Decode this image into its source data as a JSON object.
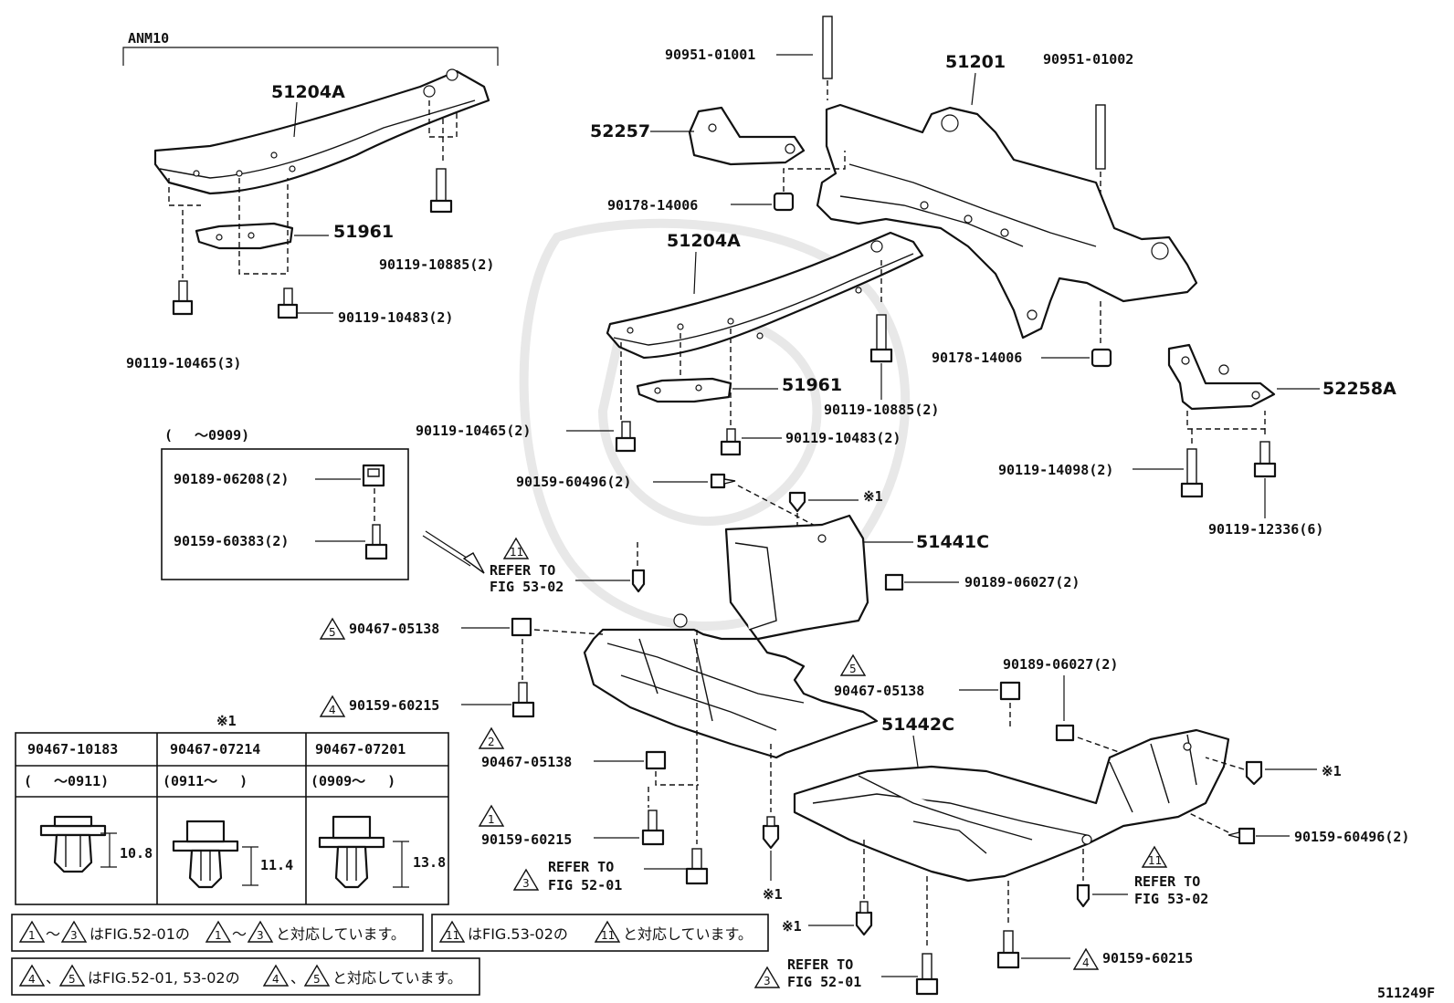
{
  "model_label": "ANM10",
  "footer_code": "511249F",
  "refer": {
    "refer_to": "REFER TO",
    "fig_53_02": "FIG 53-02",
    "fig_52_01": "FIG 52-01"
  },
  "marks": {
    "note1": "※1",
    "n1": "1",
    "n2": "2",
    "n3": "3",
    "n4": "4",
    "n5": "5",
    "n11": "11"
  },
  "parts": {
    "p51201": "51201",
    "p51204A_top": "51204A",
    "p51204A_mid": "51204A",
    "p51961_top": "51961",
    "p51961_mid": "51961",
    "p52257": "52257",
    "p52258A": "52258A",
    "p51441C": "51441C",
    "p51442C": "51442C",
    "p90951_01001": "90951-01001",
    "p90951_01002": "90951-01002",
    "p90178_14006_a": "90178-14006",
    "p90178_14006_b": "90178-14006",
    "p90119_10885_a": "90119-10885(2)",
    "p90119_10885_b": "90119-10885(2)",
    "p90119_10483_a": "90119-10483(2)",
    "p90119_10483_b": "90119-10483(2)",
    "p90119_10465_a": "90119-10465(3)",
    "p90119_10465_b": "90119-10465(2)",
    "p90119_14098": "90119-14098(2)",
    "p90119_12336": "90119-12336(6)",
    "p90159_60496_a": "90159-60496(2)",
    "p90159_60496_b": "90159-60496(2)",
    "p90189_06027_a": "90189-06027(2)",
    "p90189_06027_b": "90189-06027(2)",
    "p90189_06208": "90189-06208(2)",
    "p90159_60383": "90159-60383(2)",
    "p90467_05138_a": "90467-05138",
    "p90467_05138_b": "90467-05138",
    "p90467_05138_c": "90467-05138",
    "p90159_60215_a": "90159-60215",
    "p90159_60215_b": "90159-60215",
    "p90159_60215_c": "90159-60215"
  },
  "inset_box": {
    "range": "(　 ～0909)"
  },
  "clip_table": {
    "note": "※1",
    "columns": [
      {
        "part": "90467-10183",
        "range": "(　 ～0911)",
        "dim": "10.8"
      },
      {
        "part": "90467-07214",
        "range": "(0911～　 )",
        "dim": "11.4"
      },
      {
        "part": "90467-07201",
        "range": "(0909～　 )",
        "dim": "13.8"
      }
    ]
  },
  "notes": {
    "note_a_part1": "～",
    "note_a_part2": "はFIG.52-01の",
    "note_a_part3": "～",
    "note_a_part4": "と対応しています。",
    "note_b_part1": "はFIG.53-02の",
    "note_b_part2": "と対応しています。",
    "note_c_part1": "、",
    "note_c_part2": "はFIG.52-01, 53-02の",
    "note_c_part3": "、",
    "note_c_part4": "と対応しています。"
  }
}
